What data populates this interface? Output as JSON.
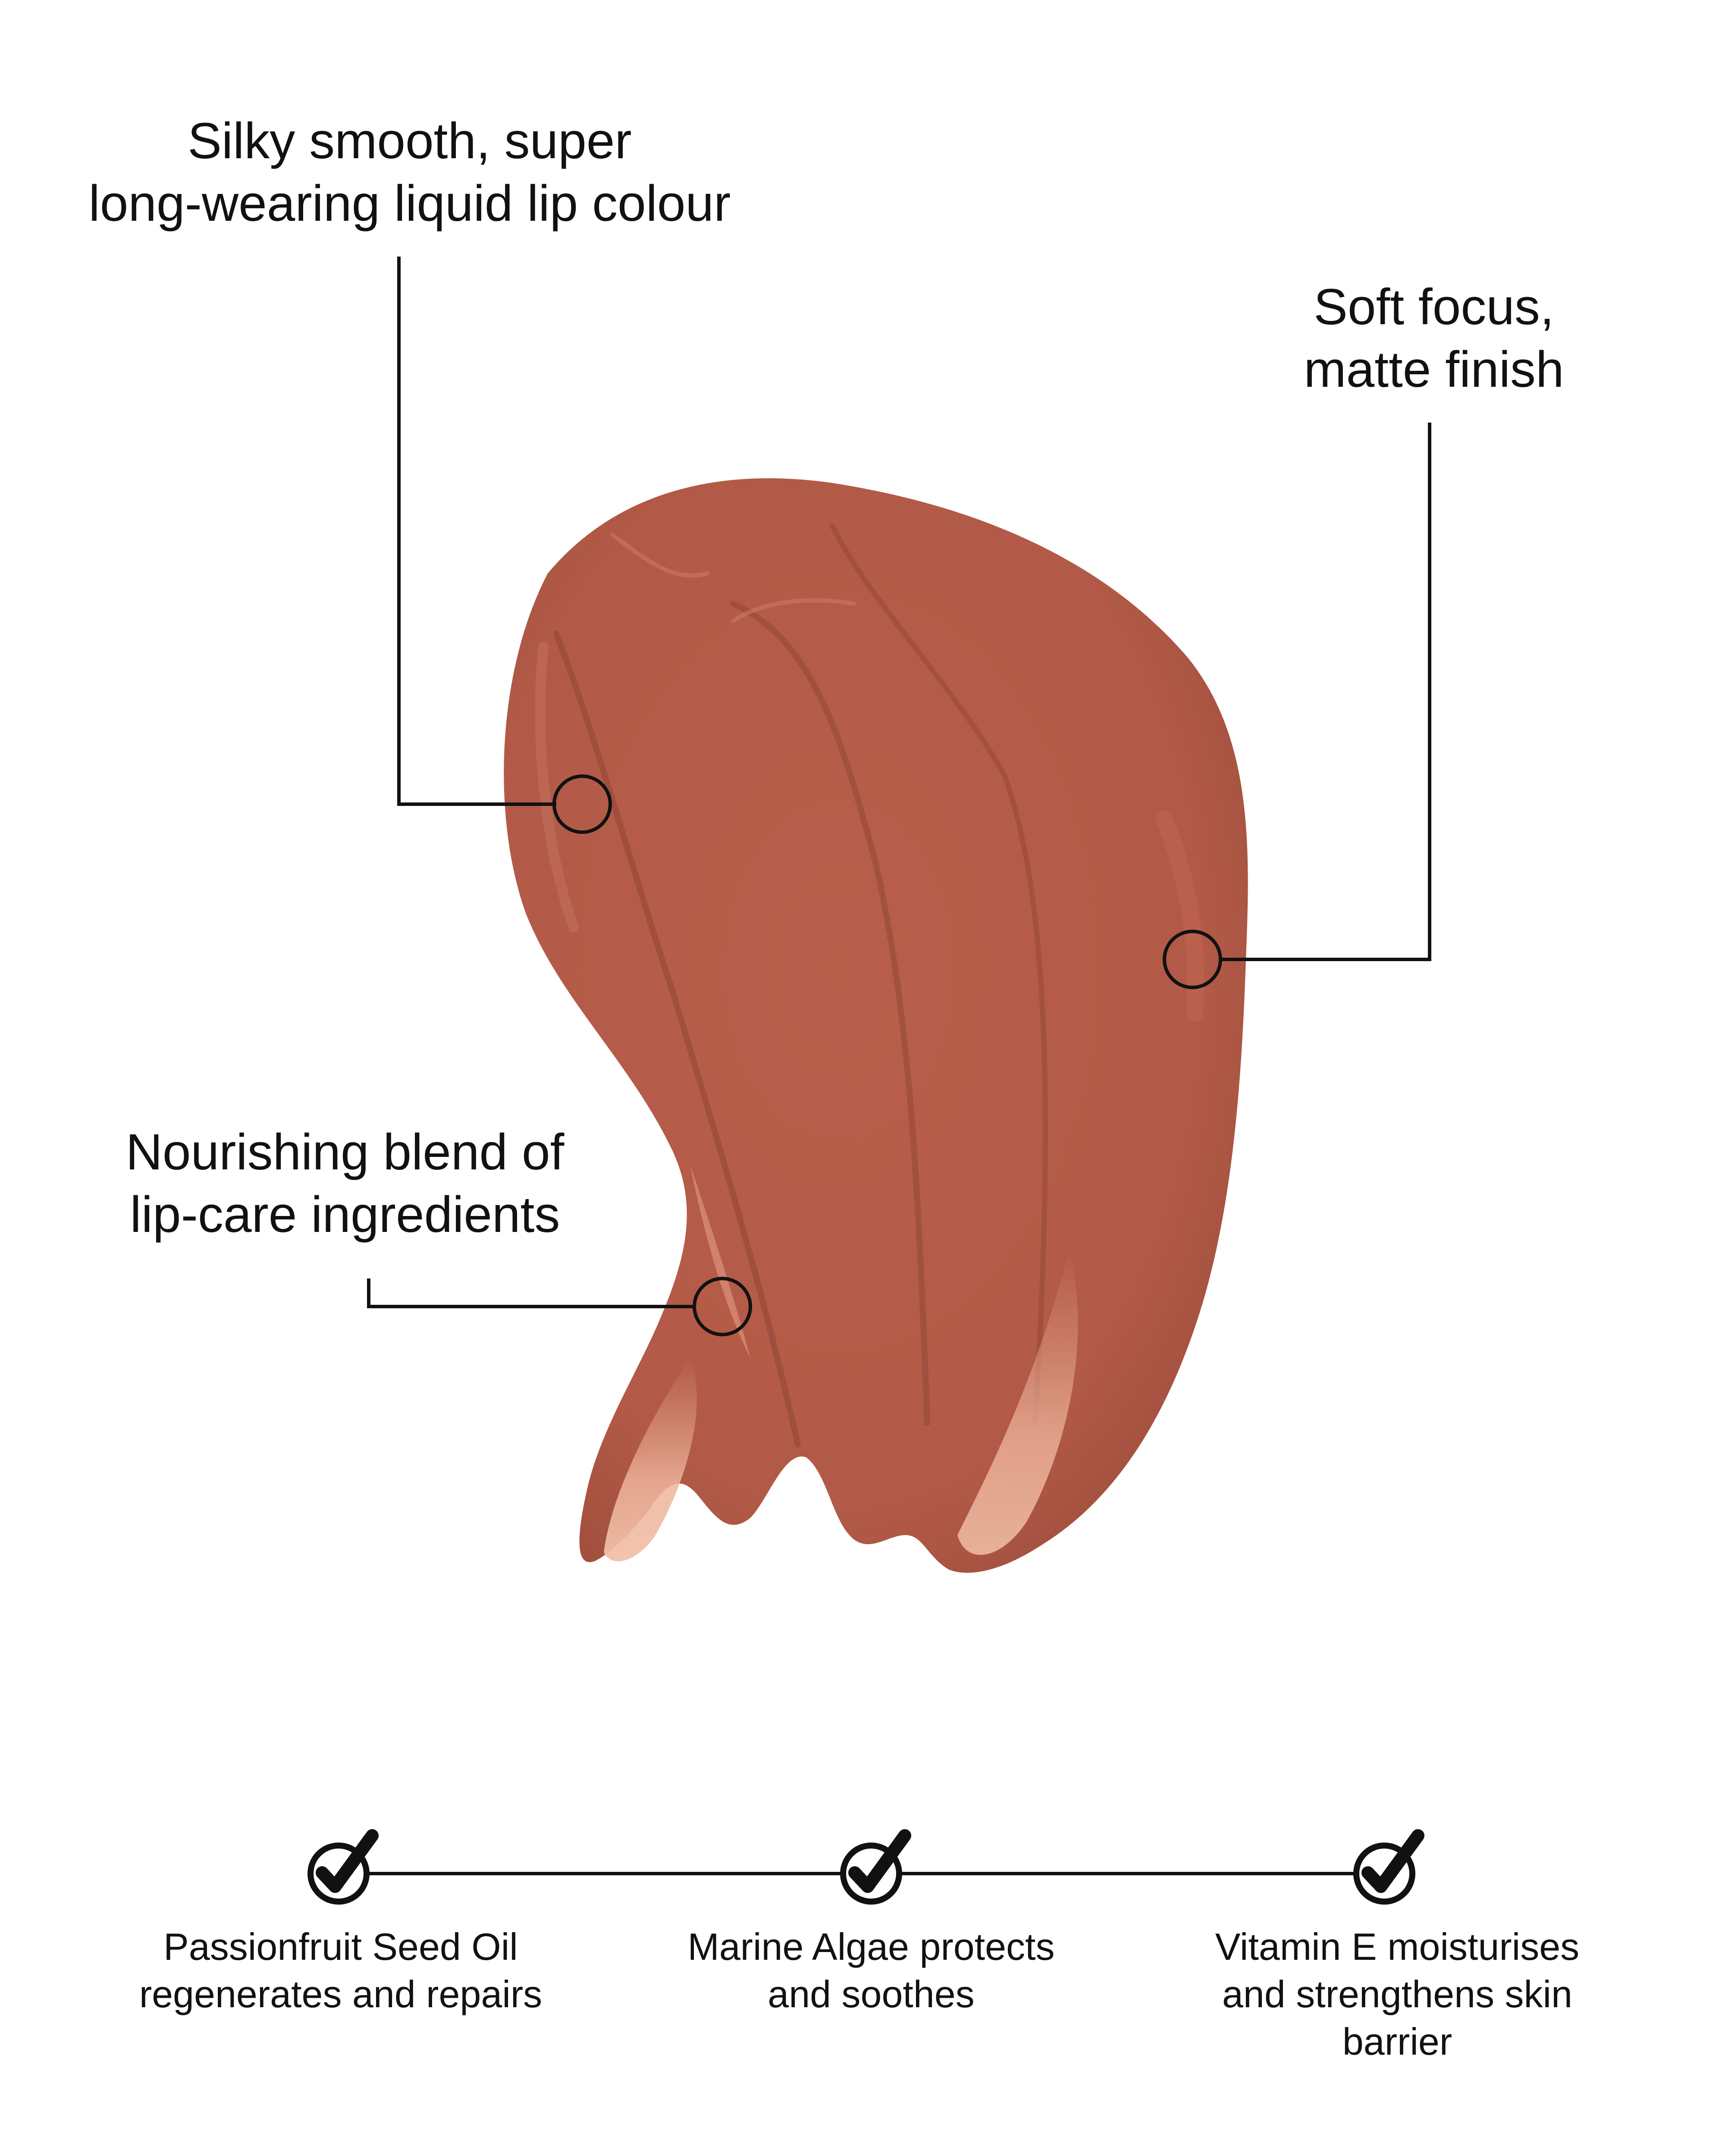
{
  "callouts": {
    "silky": {
      "lines": [
        "Silky smooth, super",
        "long-wearing liquid lip colour"
      ]
    },
    "soft_focus": {
      "lines": [
        "Soft focus,",
        "matte finish"
      ]
    },
    "nourishing": {
      "lines": [
        "Nourishing blend of",
        "lip-care ingredients"
      ]
    }
  },
  "benefits": [
    {
      "lines": [
        "Passionfruit Seed Oil",
        "regenerates and repairs"
      ],
      "icon": "check-circle-icon"
    },
    {
      "lines": [
        "Marine Algae protects",
        "and soothes"
      ],
      "icon": "check-circle-icon"
    },
    {
      "lines": [
        "Vitamin E moisturises",
        "and strengthens skin",
        "barrier"
      ],
      "icon": "check-circle-icon"
    }
  ],
  "colors": {
    "swatch_base": "#b85f4c",
    "swatch_shadow": "#9e4c3b",
    "swatch_highlight": "#e7a48c",
    "line": "#111111"
  }
}
